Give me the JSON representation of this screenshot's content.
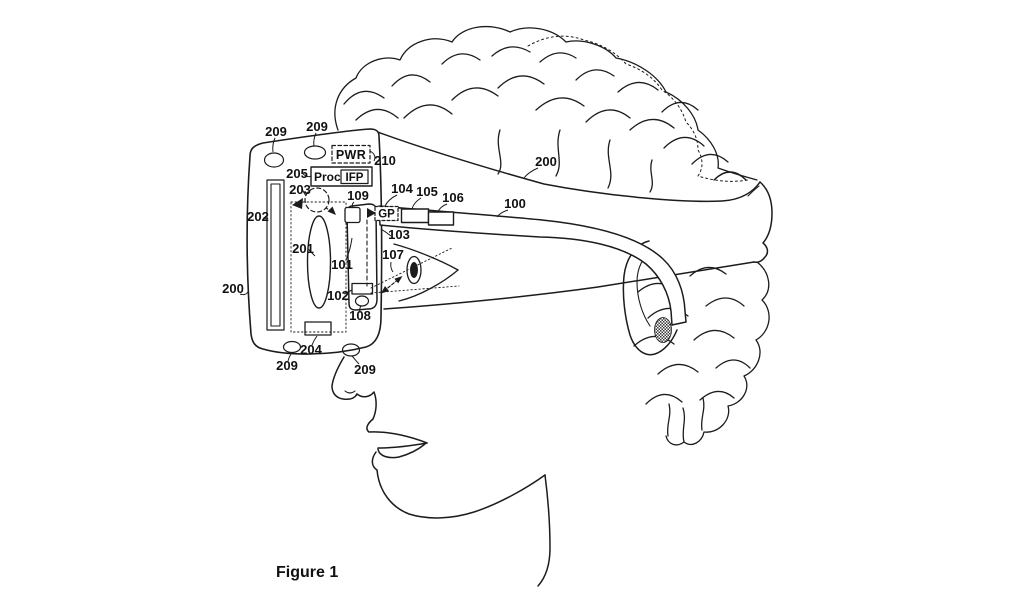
{
  "figure": {
    "caption": "Figure 1"
  },
  "colors": {
    "ink": "#1c1c1c",
    "background": "#ffffff"
  },
  "device_boxes": {
    "pwr": "PWR",
    "proc": "Proc",
    "ifp": "IFP",
    "gp": "GP"
  },
  "reference_labels": {
    "r100": "100",
    "r101": "101",
    "r102": "102",
    "r103": "103",
    "r104": "104",
    "r105": "105",
    "r106": "106",
    "r107": "107",
    "r108": "108",
    "r109": "109",
    "r200_top": "200",
    "r200_left": "200",
    "r201": "201",
    "r202": "202",
    "r203": "203",
    "r204": "204",
    "r205": "205",
    "r209_top_left": "209",
    "r209_top_mid": "209",
    "r209_bottom_left": "209",
    "r209_bottom_right": "209",
    "r210": "210"
  }
}
